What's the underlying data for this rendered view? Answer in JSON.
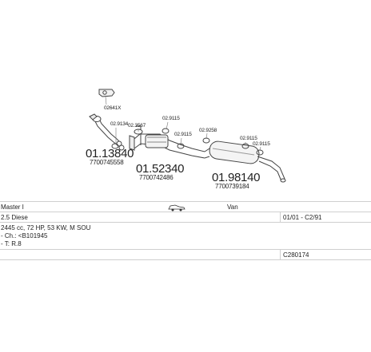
{
  "diagram": {
    "callouts": [
      {
        "id": "02641X",
        "text": "02641X"
      },
      {
        "id": "02.9134",
        "text": "02.9134"
      },
      {
        "id": "02.3567",
        "text": "02.3567"
      },
      {
        "id": "02.9115a",
        "text": "02.9115"
      },
      {
        "id": "02.9115b",
        "text": "02.9115"
      },
      {
        "id": "02.9258",
        "text": "02.9258"
      },
      {
        "id": "02.9115c",
        "text": "02.9115"
      },
      {
        "id": "02.9115d",
        "text": "02.9115"
      }
    ],
    "parts": [
      {
        "number": "01.13840",
        "oem": "7700745558"
      },
      {
        "number": "01.52340",
        "oem": "7700742486"
      },
      {
        "number": "01.98140",
        "oem": "7700739184"
      }
    ]
  },
  "info": {
    "model": "Master I",
    "body": "Van",
    "engine": "2.5 Diese",
    "years": "01/01 - C2/91",
    "spec": "2445 cc, 72 HP, 53 KW, M SOU",
    "chassis": "- Ch.: <B101945",
    "type": "- T: R.8",
    "code": "C280174",
    "car_icon": "car-van-icon"
  }
}
